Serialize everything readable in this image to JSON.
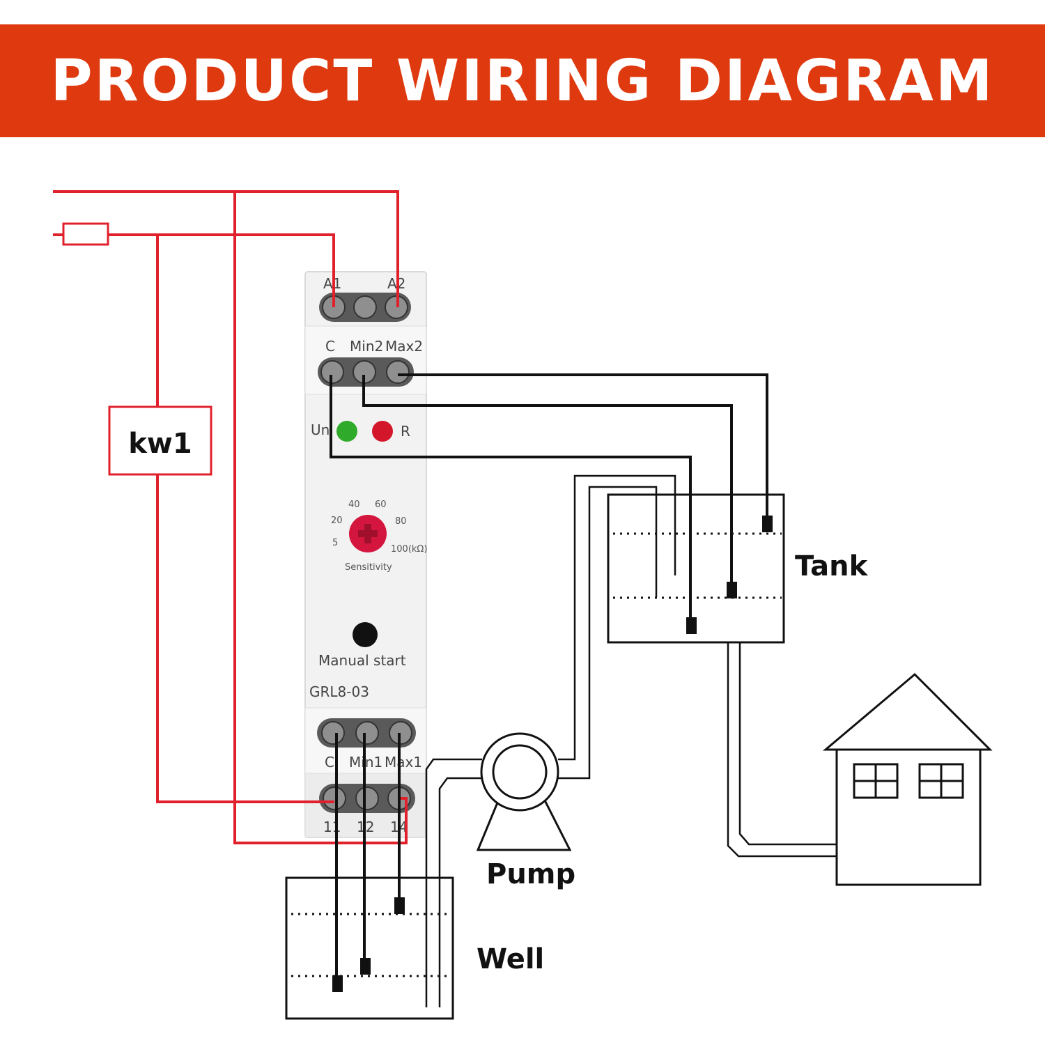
{
  "header": {
    "title": "PRODUCT WIRING DIAGRAM"
  },
  "colors": {
    "banner": "#df3a0f",
    "wire_power": "#e0212c",
    "wire_probe": "#111111",
    "led_power": "#2faa2a",
    "led_relay": "#d4162a",
    "dial": "#d4163f"
  },
  "coil": {
    "label": "kw1"
  },
  "relay": {
    "model": "GRL8-03",
    "top_terminals": {
      "a1": "A1",
      "a2": "A2"
    },
    "upper_probe_terminals": {
      "c": "C",
      "min": "Min2",
      "max": "Max2"
    },
    "leds": {
      "power": "Un",
      "relay": "R"
    },
    "dial": {
      "ticks": [
        "5",
        "20",
        "40",
        "60",
        "80",
        "100(kΩ)"
      ],
      "label": "Sensitivity"
    },
    "button_label": "Manual start",
    "lower_probe_terminals": {
      "c": "C",
      "min": "Min1",
      "max": "Max1"
    },
    "contact_terminals": {
      "t11": "11",
      "t12": "12",
      "t14": "14"
    }
  },
  "labels": {
    "tank": "Tank",
    "pump": "Pump",
    "well": "Well"
  }
}
